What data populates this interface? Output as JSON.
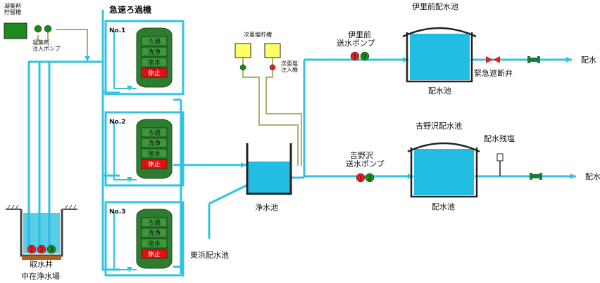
{
  "labels": {
    "coagulant_tank": "凝集剤\n貯留槽",
    "coagulant_pump": "凝集剤\n注入ポンプ",
    "rapid_filter": "急速ろ過機",
    "hypochlorite_tank": "次亜塩貯槽",
    "hypochlorite_injector": "次亜塩\n注入機",
    "clear_well": "浄水池",
    "higashihama": "東浜配水池",
    "intake_well": "取水井",
    "plant_name": "中在浄水場",
    "irimae_pool_title": "伊里前配水池",
    "irimae_pump": "伊里前\n送水ポンプ",
    "irimae_pool": "配水池",
    "emergency_valve": "緊急遮断弁",
    "haisui_1": "配水",
    "yoshinosawa_pool_title": "吉野沢配水池",
    "yoshinosawa_pump": "吉野沢\n送水ポンプ",
    "yoshinosawa_pool": "配水池",
    "residual_chlorine": "配水残塩",
    "haisui_2": "配水"
  },
  "filters": [
    {
      "no": "No.1",
      "states": [
        "ろ過",
        "洗浄",
        "捨水",
        "休止"
      ],
      "active": 3
    },
    {
      "no": "No.2",
      "states": [
        "ろ過",
        "洗浄",
        "捨水",
        "休止"
      ],
      "active": 3
    },
    {
      "no": "No.3",
      "states": [
        "ろ過",
        "洗浄",
        "捨水",
        "休止"
      ],
      "active": 3
    }
  ],
  "intake_pumps": [
    "1",
    "2",
    "3"
  ],
  "irimae_pumps": [
    "1",
    "2"
  ],
  "yoshinosawa_pumps": [
    "1",
    "2"
  ],
  "colors": {
    "pipe": "#33c3e0",
    "water": "#22bde0",
    "filter_body": "#2e7d2e",
    "state_bg": "#3a9a3a",
    "state_active": "#e01010",
    "tank_green": "#1c8a1c",
    "tank_yellow": "#ffff66",
    "chem_line": "#a7b36b",
    "pump_red": "#e02020",
    "pump_green": "#1a8a1a",
    "valve_red": "#e02020",
    "valve_green": "#1e7a3a"
  }
}
